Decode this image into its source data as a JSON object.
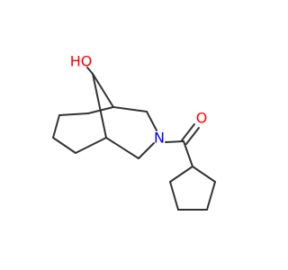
{
  "molecule": {
    "atoms": [
      {
        "id": "o_hydroxyl",
        "label": "HO",
        "color": "#ff0000"
      },
      {
        "id": "n_ring",
        "label": "N",
        "color": "#0000ff"
      },
      {
        "id": "o_carbonyl",
        "label": "O",
        "color": "#ff0000"
      }
    ],
    "bond_color": "#333333",
    "background": "#ffffff"
  }
}
